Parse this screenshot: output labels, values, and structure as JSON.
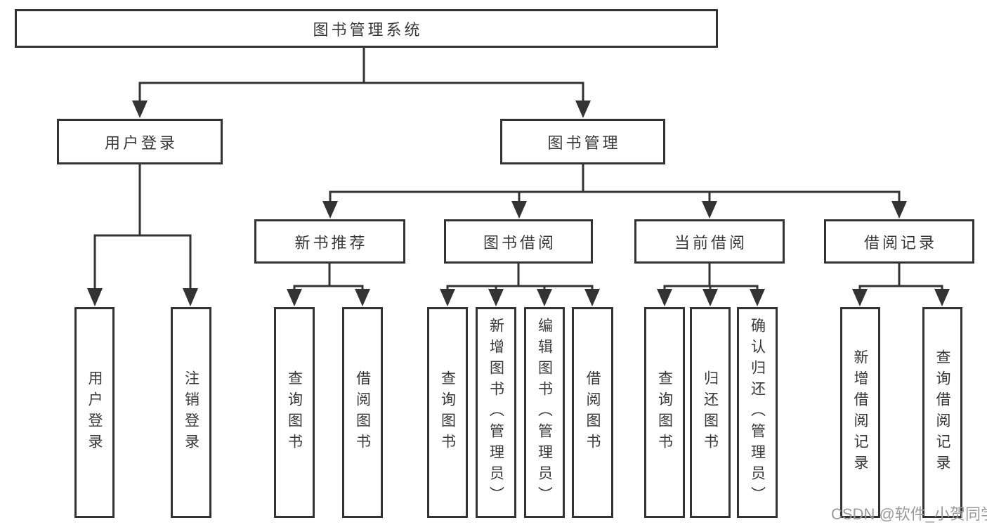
{
  "diagram_type": "hierarchy-tree",
  "tree": {
    "label": "图书管理系统",
    "children": [
      {
        "label": "用户登录",
        "children": [
          {
            "label": "用户登录"
          },
          {
            "label": "注销登录"
          }
        ]
      },
      {
        "label": "图书管理",
        "children": [
          {
            "label": "新书推荐",
            "children": [
              {
                "label": "查询图书"
              },
              {
                "label": "借阅图书"
              }
            ]
          },
          {
            "label": "图书借阅",
            "children": [
              {
                "label": "查询图书"
              },
              {
                "label": "新增图书（管理员）"
              },
              {
                "label": "编辑图书（管理员）"
              },
              {
                "label": "借阅图书"
              }
            ]
          },
          {
            "label": "当前借阅",
            "children": [
              {
                "label": "查询图书"
              },
              {
                "label": "归还图书"
              },
              {
                "label": "确认归还（管理员）"
              }
            ]
          },
          {
            "label": "借阅记录",
            "children": [
              {
                "label": "新增借阅记录"
              },
              {
                "label": "查询借阅记录"
              }
            ]
          }
        ]
      }
    ]
  },
  "watermark": "CSDN @软件_小贺同学",
  "colors": {
    "line": "#333333",
    "box_border": "#333333",
    "box_fill": "#ffffff",
    "text": "#383838",
    "watermark": "#9a9a9a",
    "background": "#ffffff"
  }
}
